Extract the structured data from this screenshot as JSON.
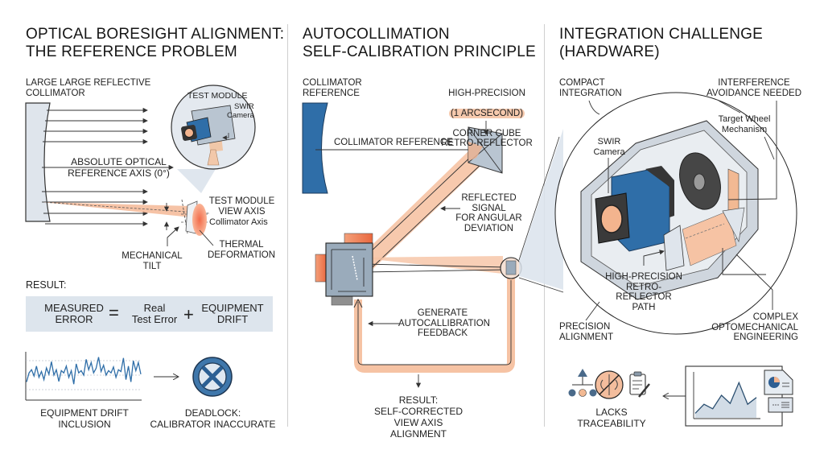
{
  "panels": [
    {
      "title": "OPTICAL BORESIGHT ALIGNMENT:\nTHE REFERENCE PROBLEM",
      "labels": {
        "collimator": "LARGE LARGE REFLECTIVE\nCOLLIMATOR",
        "test_module": "TEST MODULE",
        "swir_camera": "SWIR\nCamera",
        "reference_axis": "ABSOLUTE OPTICAL\nREFERENCE AXIS (0°)",
        "view_axis": "TEST MODULE\nVIEW AXIS",
        "collimator_axis": "Collimator Axis",
        "mechanical_tilt": "MECHANICAL\nTILT",
        "thermal_deformation": "THERMAL\nDEFORMATION",
        "result": "RESULT:",
        "drift_inclusion": "EQUIPMENT DRIFT\nINCLUSION",
        "deadlock": "DEADLOCK:\nCALIBRATOR INACCURATE"
      },
      "equation": {
        "left": "MEASURED\nERROR",
        "equals": "=",
        "middle": "Real\nTest Error",
        "plus": "+",
        "right": "EQUIPMENT\nDRIFT"
      },
      "drift_signal": [
        0.35,
        0.55,
        0.62,
        0.48,
        0.7,
        0.45,
        0.58,
        0.4,
        0.66,
        0.52,
        0.8,
        0.5,
        0.62,
        0.36,
        0.6,
        0.55,
        0.7,
        0.45,
        0.6,
        0.3,
        0.75,
        0.55,
        0.6,
        0.5,
        0.85,
        0.62,
        0.78,
        0.55,
        0.65,
        0.9,
        0.58,
        0.72,
        0.5,
        0.6,
        0.55,
        0.68,
        0.45,
        0.62,
        0.58,
        0.88,
        0.4,
        0.7,
        0.35,
        0.82,
        0.6,
        0.78,
        0.52
      ]
    },
    {
      "title": "AUTOCOLLIMATION\nSELF-CALIBRATION PRINCIPLE",
      "labels": {
        "collimator_reference": "COLLIMATOR\nREFERENCE",
        "high_precision": "HIGH-PRECISION",
        "arcsecond": "(1 ARCSECOND)",
        "corner_cube": "CORNER CUBE\nRETRO-REFLECTOR",
        "collimator_reference_line": "COLLIMATOR REFERENCE",
        "reflected_signal": "REFLECTED\nSIGNAL\nFOR ANGULAR\nDEVIATION",
        "feedback": "GENERATE\nAUTOCALLIBRATION\nFEEDBACK",
        "result": "RESULT:\nSELF-CORRECTED\nVIEW AXIS ALIGNMENT"
      }
    },
    {
      "title": "INTEGRATION CHALLENGE\n(HARDWARE)",
      "labels": {
        "compact_integration": "COMPACT\nINTEGRATION",
        "interference": "INTERFERENCE\nAVOIDANCE NEEDED",
        "target_wheel": "Target Wheel\nMechanism",
        "swir_camera": "SWIR\nCamera",
        "retro_path": "HIGH-PRECISION\nRETRO-REFLECTOR\nPATH",
        "precision_alignment": "PRECISION\nALIGNMENT",
        "complex_engineering": "COMPLEX\nOPTOMECHANICAL\nENGINEERING",
        "lacks_traceability": "LACKS\nTRACEABILITY"
      },
      "icons": [
        "hierarchy-icon",
        "no-rotation-icon",
        "clipboard-edit-icon"
      ],
      "report_chart": [
        0.1,
        0.3,
        0.2,
        0.5,
        0.32,
        0.78,
        0.3,
        0.45
      ]
    }
  ],
  "colors": {
    "accent_orange": "#f2a27a",
    "beam": "#f6c3a4",
    "steel_blue": "#2f6ea8",
    "gray_blue": "#9aabbb",
    "light_blue": "#dde5ed",
    "dark": "#1e1e1e"
  }
}
